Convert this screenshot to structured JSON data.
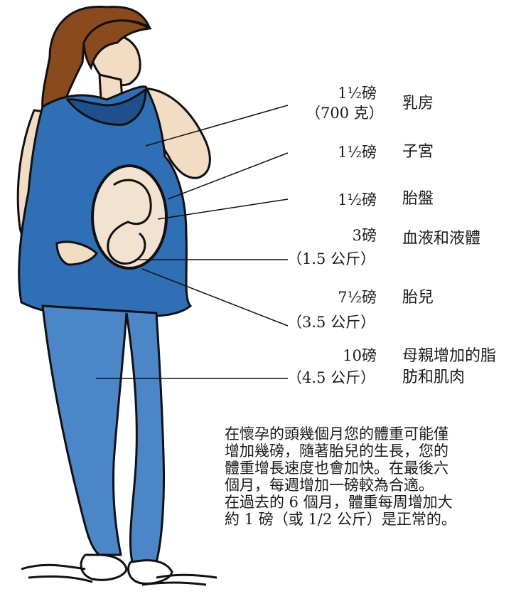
{
  "components": [
    {
      "weight": "1½磅",
      "metric": "（700 克）",
      "name": "乳房"
    },
    {
      "weight": "1½磅",
      "metric": "",
      "name": "子宮"
    },
    {
      "weight": "1½磅",
      "metric": "",
      "name": "胎盤"
    },
    {
      "weight": "3磅",
      "metric": "（1.5 公斤）",
      "name": "血液和液體"
    },
    {
      "weight": "7½磅",
      "metric": "（3.5 公斤）",
      "name": "胎兒"
    },
    {
      "weight": "10磅",
      "metric": "（4.5 公斤）",
      "name": "母親增加的脂",
      "name2": "肪和肌肉"
    }
  ],
  "note": {
    "lines": [
      "在懷孕的頭幾個月您的體重可能僅",
      "增加幾磅，隨著胎兒的生長，您的",
      "體重增長速度也會加快。在最後六",
      "個月，每週增加一磅較為合適。",
      "在過去的 6 個月，體重每周增加大",
      "約 1 磅（或 1/2 公斤）是正常的。"
    ]
  },
  "colors": {
    "dress": "#2f6fb6",
    "dress_dark": "#1f4f8c",
    "leggings": "#4a86c8",
    "hair": "#8a4a1e",
    "skin": "#f3dcc4",
    "outline": "#111111"
  }
}
